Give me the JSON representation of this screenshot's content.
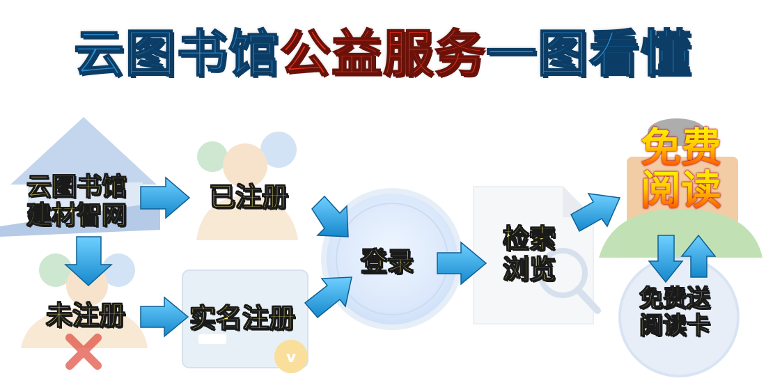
{
  "title": {
    "part1": "云图书馆",
    "part2": "公益服务",
    "part3": "一图看懂"
  },
  "nodes": {
    "source_line1": "云图书馆",
    "source_line2": "建材智网",
    "registered": "已注册",
    "unregistered": "未注册",
    "real_name": "实名注册",
    "login": "登录",
    "search_line1": "检索",
    "search_line2": "浏览",
    "free_line1": "免费",
    "free_line2": "阅读",
    "card_line1": "免费送",
    "card_line2": "阅读卡"
  },
  "colors": {
    "title_blue": "#2a8fd0",
    "title_red": "#e8321c",
    "label_yellow": "#fff176",
    "arrow_blue": "#29a3e0"
  }
}
